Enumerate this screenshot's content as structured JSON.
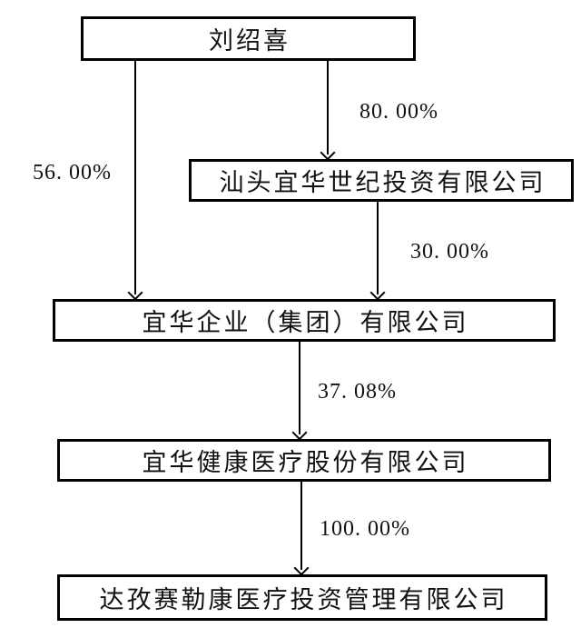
{
  "diagram": {
    "type": "equity-ownership-structure",
    "background": "#ffffff",
    "box_fill": "#ffffff",
    "box_border_color": "#000000",
    "line_color": "#000000",
    "text_color": "#111111",
    "nodes": {
      "liu_shaoxi": {
        "label": "刘绍喜"
      },
      "shantou_century": {
        "label": "汕头宜华世纪投资有限公司"
      },
      "yihua_group": {
        "label": "宜华企业（集团）有限公司"
      },
      "yihua_health": {
        "label": "宜华健康医疗股份有限公司"
      },
      "dazi_sailekang": {
        "label": "达孜赛勒康医疗投资管理有限公司"
      }
    },
    "edges": {
      "liu_to_group": {
        "from": "liu_shaoxi",
        "to": "yihua_group",
        "label": "56. 00%"
      },
      "liu_to_shantou": {
        "from": "liu_shaoxi",
        "to": "shantou_century",
        "label": "80. 00%"
      },
      "shantou_to_group": {
        "from": "shantou_century",
        "to": "yihua_group",
        "label": "30. 00%"
      },
      "group_to_health": {
        "from": "yihua_group",
        "to": "yihua_health",
        "label": "37. 08%"
      },
      "health_to_dazi": {
        "from": "yihua_health",
        "to": "dazi_sailekang",
        "label": "100. 00%"
      }
    }
  }
}
